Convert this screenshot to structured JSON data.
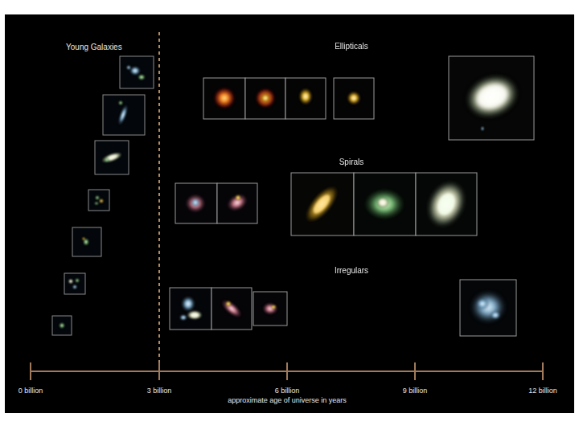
{
  "diagram": {
    "labels": [
      "Young Galaxies",
      "Ellipticals",
      "Spirals",
      "Irregulars",
      "0 billion",
      "3 billion",
      "6 billion",
      "9 billion",
      "12 billion",
      "approximate age of universe in years"
    ]
  }
}
